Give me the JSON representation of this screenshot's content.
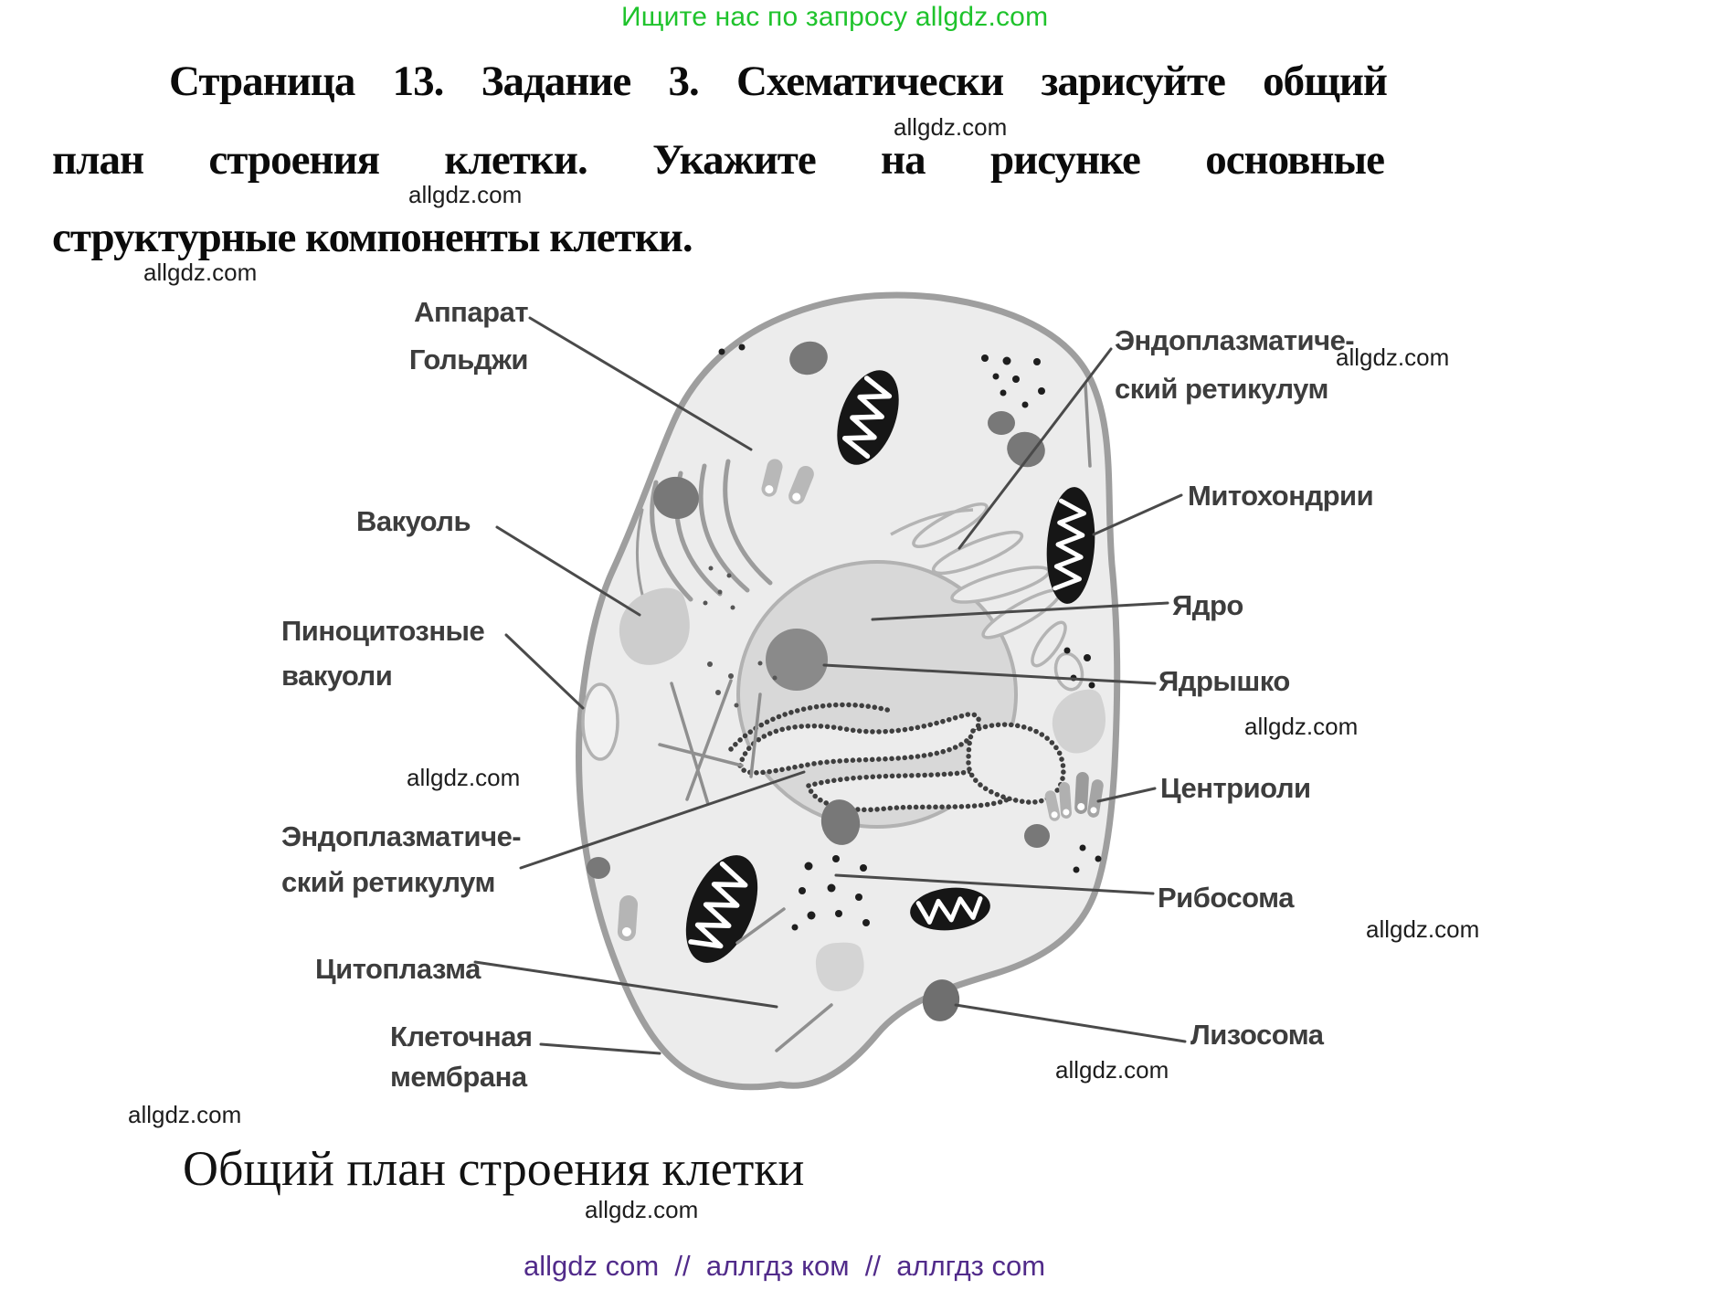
{
  "promo_banner": "Ищите нас по запросу allgdz.com",
  "task_title": {
    "line1": "Страница 13. Задание 3. Схематически зарисуйте общий",
    "line2": "план строения клетки. Укажите на рисунке основные",
    "line3": "структурные компоненты клетки."
  },
  "watermark_text": "allgdz.com",
  "cell_labels": {
    "golgi": "Аппарат\nГольджи",
    "vacuole": "Вакуоль",
    "pinocytotic": "Пиноцитозные\nвакуоли",
    "er_left": "Эндоплазматиче-\nский ретикулум",
    "cytoplasm": "Цитоплазма",
    "membrane": "Клеточная\nмембрана",
    "er_right": "Эндоплазматиче-\nский ретикулум",
    "mitochondria": "Митохондрии",
    "nucleus": "Ядро",
    "nucleolus": "Ядрышко",
    "centrioles": "Центриоли",
    "ribosome": "Рибосома",
    "lysosome": "Лизосома"
  },
  "caption": "Общий план строения клетки",
  "footer_links": "allgdz com  //  аллгдз ком  //  аллгдз com",
  "colors": {
    "promo_green": "#1fc32c",
    "footer_purple": "#512b8a",
    "label_gray": "#3d3d3d",
    "cell_fill": "#ececec",
    "membrane_stroke": "#9e9e9e",
    "nucleus_fill": "#d8d8d8",
    "nucleolus_fill": "#8a8a8a",
    "organelle_dark": "#787878",
    "mitochondria_black": "#161616"
  }
}
